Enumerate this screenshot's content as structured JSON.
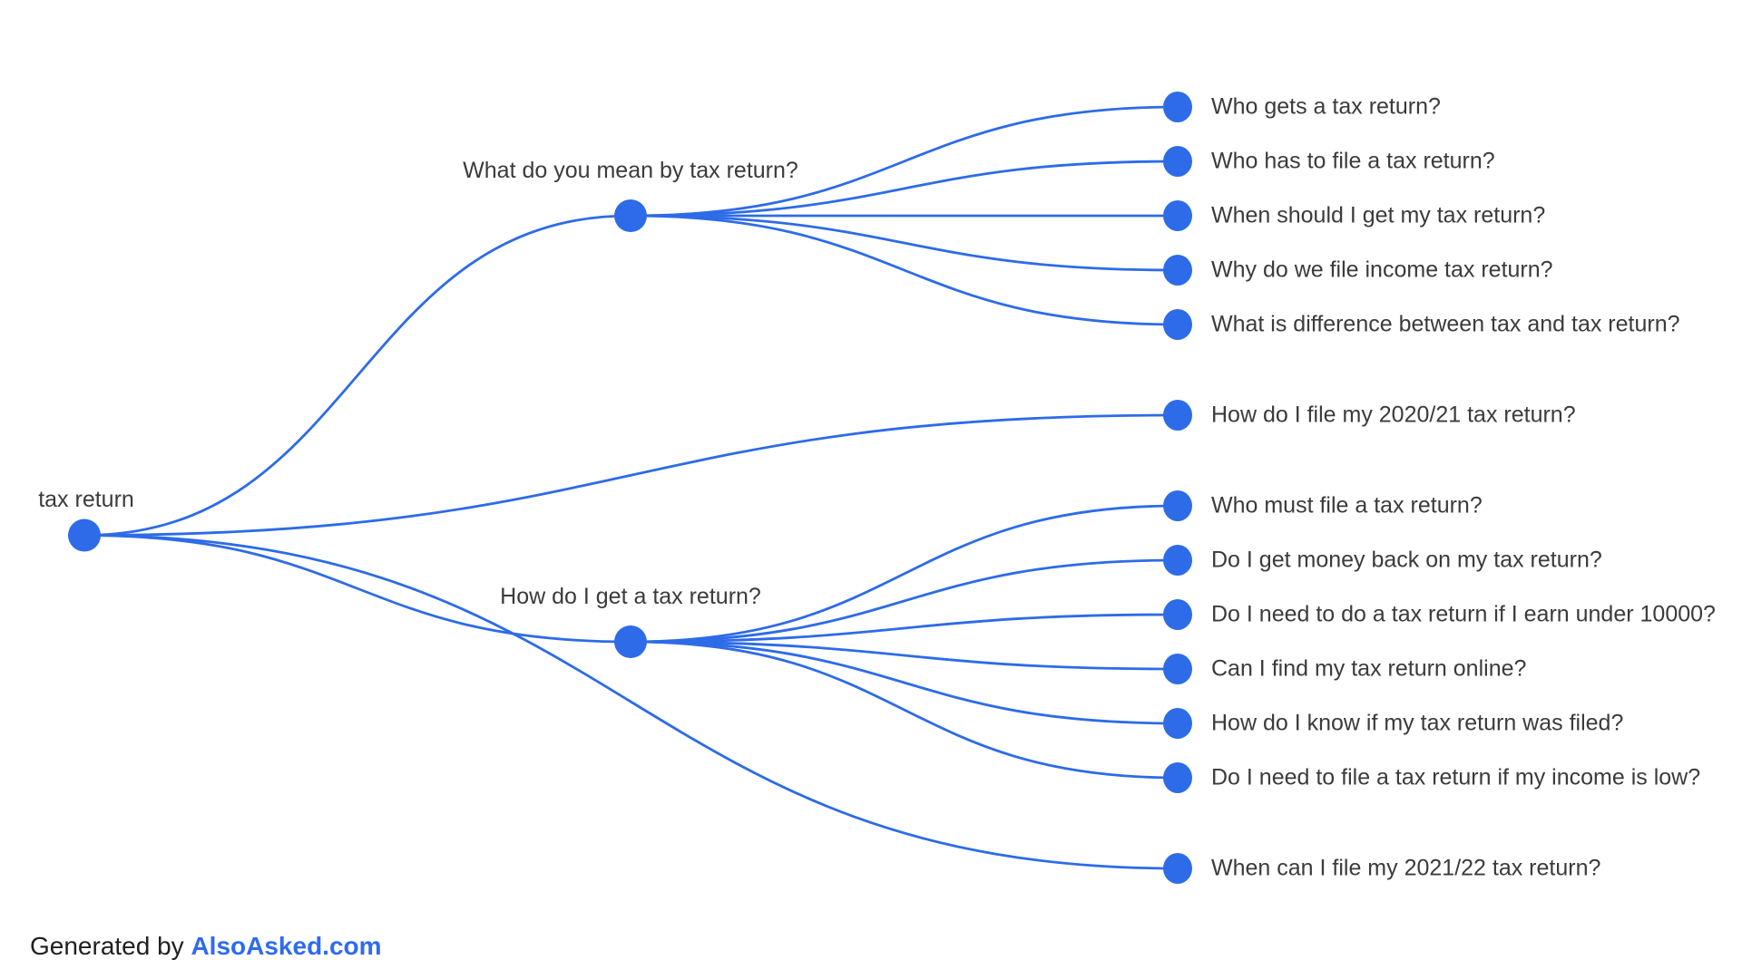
{
  "page": {
    "background": "#ffffff"
  },
  "colors": {
    "accent_blue": "#2d6be8",
    "brand_blue": "#2f6af0",
    "label_text": "#3b3b3b",
    "footer_text": "#1f1f1f"
  },
  "mindmap": {
    "root": "tax return",
    "children": [
      {
        "label": "What do you mean by tax return?",
        "children": [
          "Who gets a tax return?",
          "Who has to file a tax return?",
          "When should I get my tax return?",
          "Why do we file income tax return?",
          "What is difference between tax and tax return?"
        ]
      },
      {
        "label": "How do I file my 2020/21 tax return?",
        "children": []
      },
      {
        "label": "How do I get a tax return?",
        "children": [
          "Who must file a tax return?",
          "Do I get money back on my tax return?",
          "Do I need to do a tax return if I earn under 10000?",
          "Can I find my tax return online?",
          "How do I know if my tax return was filed?",
          "Do I need to file a tax return if my income is low?"
        ]
      },
      {
        "label": "When can I file my 2021/22 tax return?",
        "children": []
      }
    ]
  },
  "footer": {
    "generated_by": "Generated by",
    "brand": "AlsoAsked.com"
  }
}
